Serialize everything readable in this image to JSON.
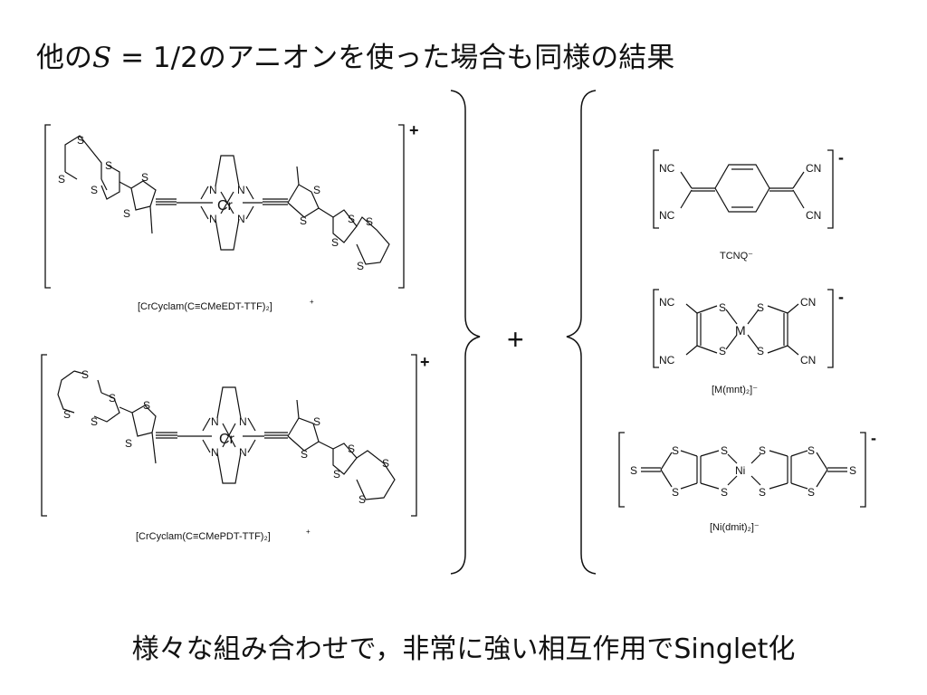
{
  "title": {
    "prefix": "他の",
    "variable": "S",
    "rest": " = 1/2のアニオンを使った場合も同様の結果"
  },
  "cations": [
    {
      "label": "[CrCyclam(C≡CMeEDT-TTF)₂]",
      "charge": "+"
    },
    {
      "label": "[CrCyclam(C≡CMePDT-TTF)₂]",
      "charge": "+"
    }
  ],
  "plus_sign": "+",
  "anions": [
    {
      "label": "TCNQ⁻",
      "charge": "-"
    },
    {
      "label": "[M(mnt)₂]⁻",
      "charge": "-"
    },
    {
      "label": "[Ni(dmit)₂]⁻",
      "charge": "-"
    }
  ],
  "atom_labels": {
    "sulfur": "S",
    "nitrogen": "N",
    "chromium": "Cr",
    "metal": "M",
    "nickel": "Ni",
    "nitrile_left": "NC",
    "nitrile_right": "CN"
  },
  "conclusion": "様々な組み合わせで，非常に強い相互作用でSinglet化"
}
